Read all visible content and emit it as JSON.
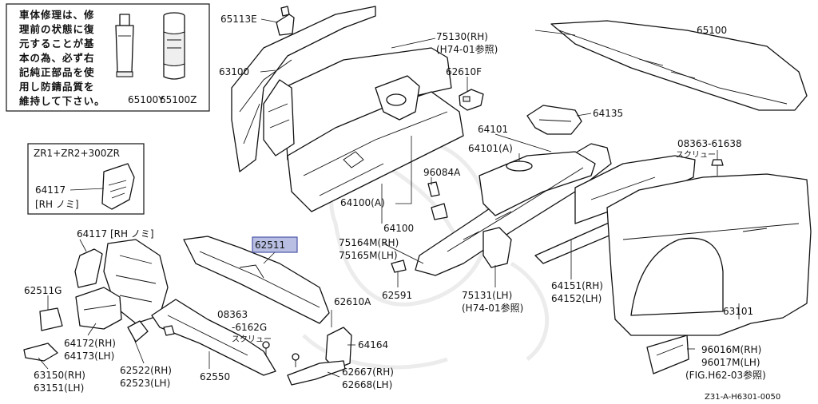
{
  "note_lines": [
    "車体修理は、修",
    "理前の状態に復",
    "元することが基",
    "本の為、必ず右",
    "記純正部品を使",
    "用し防錆品質を",
    "維持して下さい。"
  ],
  "inset": {
    "title": "ZR1+ZR2+300ZR",
    "part": "64117",
    "part_note": "[RH ノミ]"
  },
  "labels": {
    "p65113E": "65113E",
    "p63100": "63100",
    "p65100Y": "65100Y",
    "p65100Z": "65100Z",
    "p75130": "75130(RH)",
    "p75130ref": "(H74-01参照)",
    "p65100": "65100",
    "p62610F": "62610F",
    "p64135": "64135",
    "p64101": "64101",
    "p64101A": "64101(A)",
    "p08363_61638": "08363-61638",
    "screw1": "スクリュー",
    "p96084A": "96084A",
    "p64100A": "64100(A)",
    "p64100": "64100",
    "p64117": "64117 [RH ノミ]",
    "p62511G": "62511G",
    "p62511": "62511",
    "p75164M": "75164M(RH)",
    "p75165M": "75165M(LH)",
    "p62591": "62591",
    "p75131": "75131(LH)",
    "p75131ref": "(H74-01参照)",
    "p64151": "64151(RH)",
    "p64152": "64152(LH)",
    "p63101": "63101",
    "p64172": "64172(RH)",
    "p64173": "64173(LH)",
    "p08363": "08363",
    "p6162G": "-6162G",
    "screw2": "スクリュー",
    "p62610A": "62610A",
    "p64164": "64164",
    "p63150": "63150(RH)",
    "p63151": "63151(LH)",
    "p62522": "62522(RH)",
    "p62523": "62523(LH)",
    "p62550": "62550",
    "p62667": "62667(RH)",
    "p62668": "62668(LH)",
    "p96016M": "96016M(RH)",
    "p96017M": "96017M(LH)",
    "pFIG": "(FIG.H62-03参照)",
    "code": "Z31-A-H6301-0050"
  },
  "colors": {
    "highlight_fill": "#b9bfe2",
    "highlight_stroke": "#4a55a8",
    "line": "#111111"
  }
}
